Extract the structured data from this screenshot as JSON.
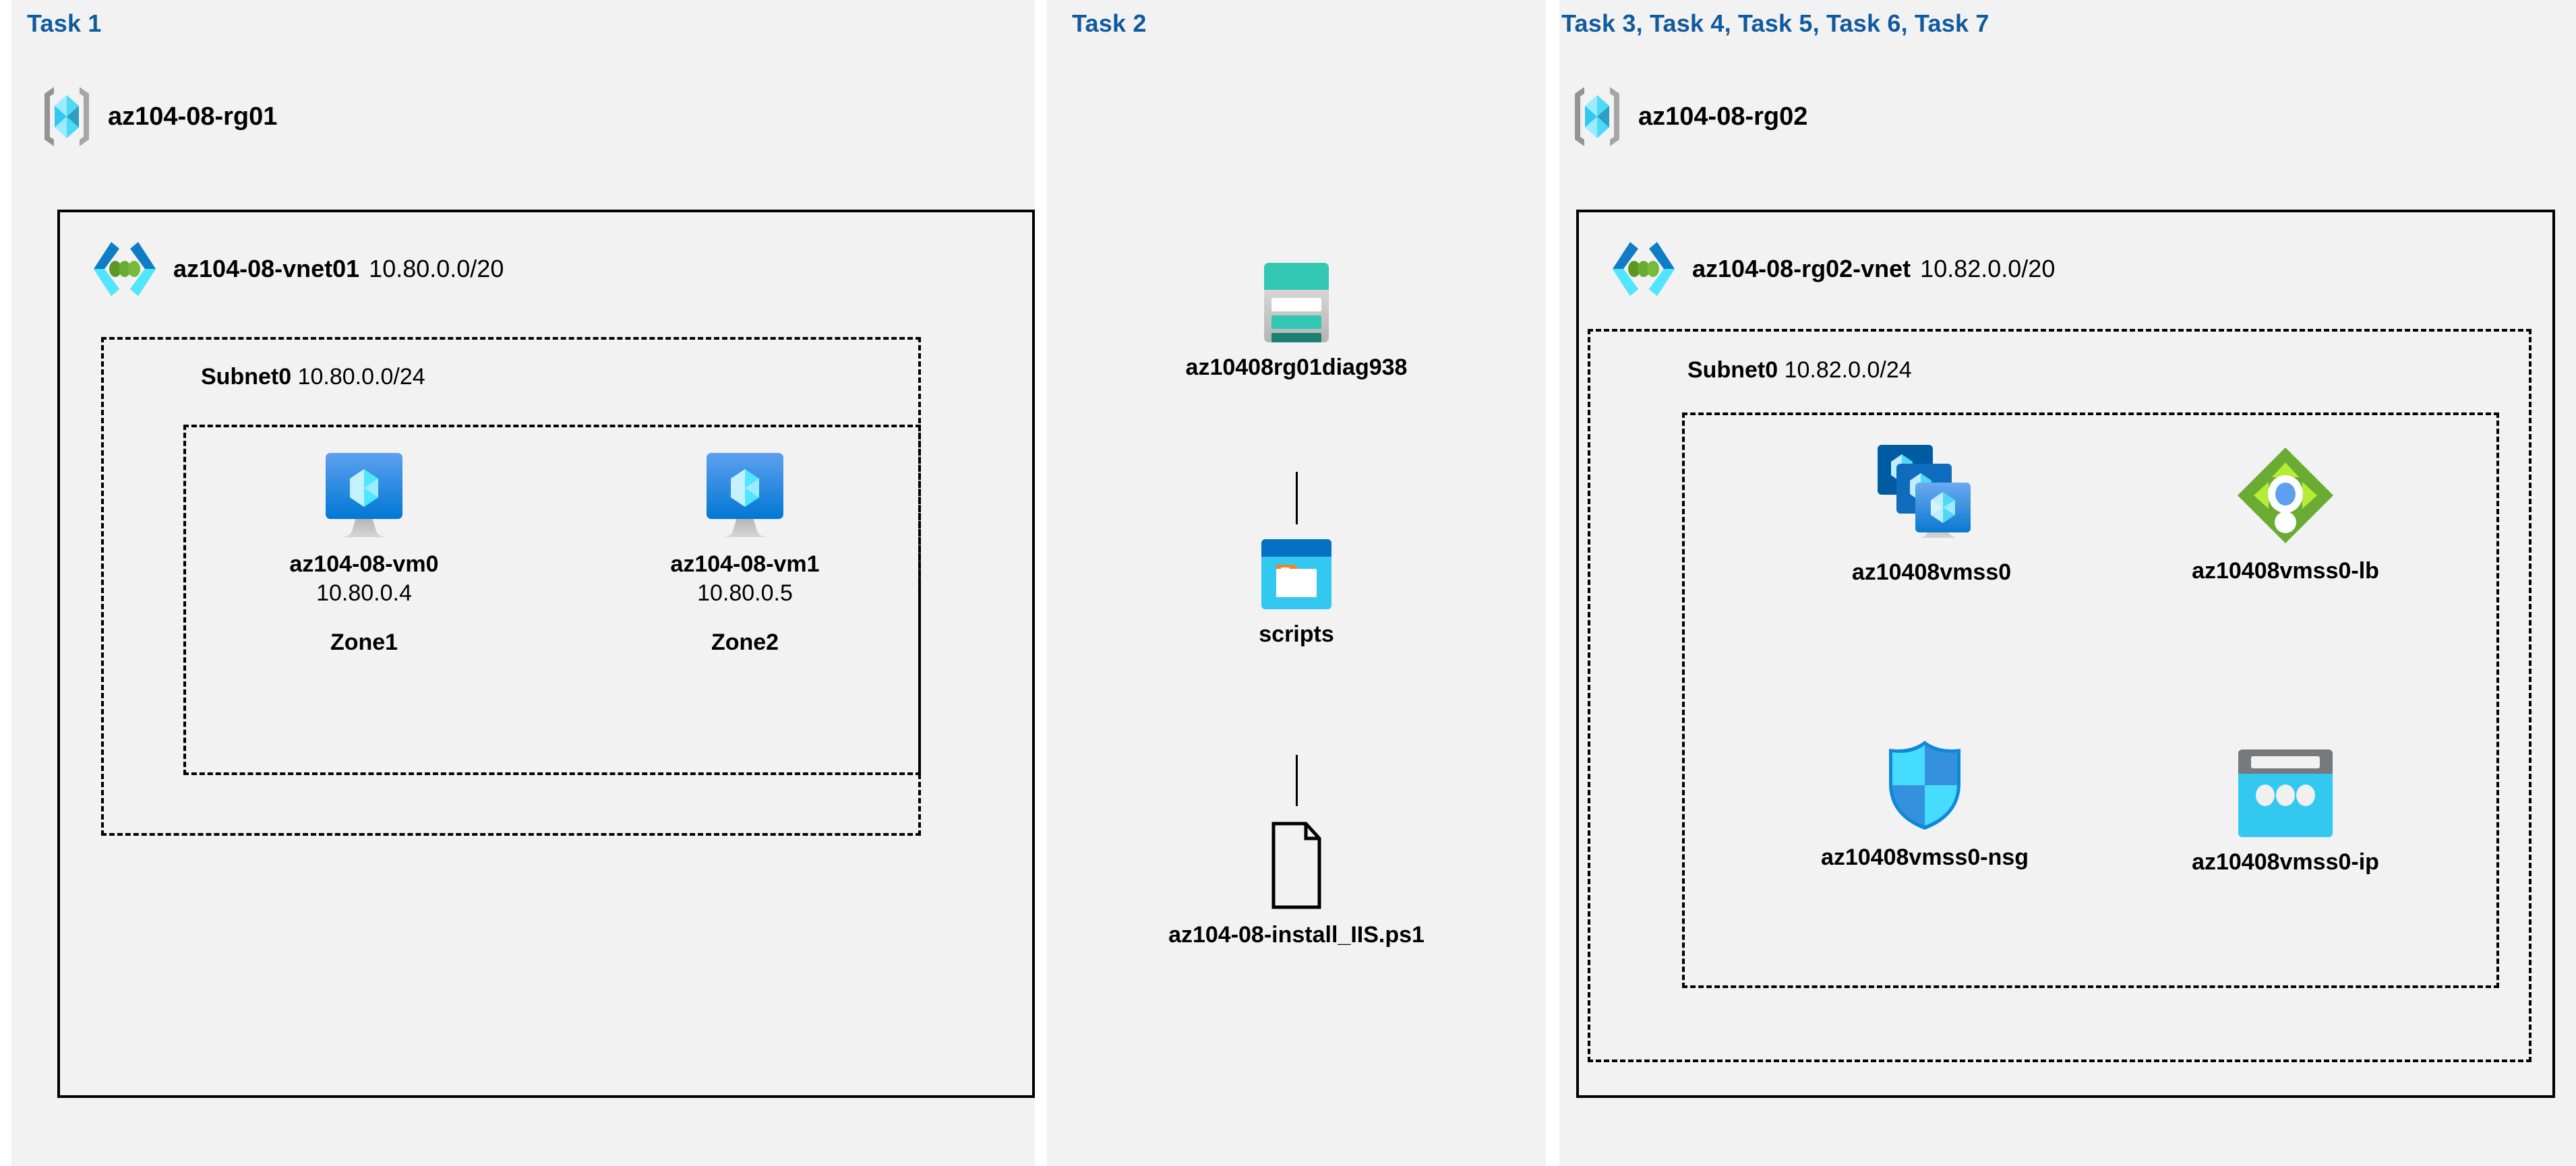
{
  "colors": {
    "task_label": "#115a9e",
    "panel_bg": "#f2f2f2",
    "page_bg": "#ffffff",
    "border": "#000000",
    "azure_blue": "#0078d4",
    "cyan": "#32bedd",
    "light_cyan": "#9cebff",
    "teal": "#32c8b4",
    "dark_teal": "#1b7f74",
    "green": "#6aab33",
    "light_green": "#b4ec36",
    "gray": "#949494",
    "orange": "#f58220"
  },
  "panels": [
    {
      "id": "task1",
      "task_label": "Task 1",
      "resource_group": {
        "name": "az104-08-rg01",
        "icon": "resource-group-icon"
      },
      "vnet": {
        "name": "az104-08-vnet01",
        "cidr": "10.80.0.0/20",
        "icon": "virtual-network-icon",
        "subnet": {
          "name": "Subnet0",
          "cidr": "10.80.0.0/24",
          "nodes": [
            {
              "icon": "virtual-machine-icon",
              "name": "az104-08-vm0",
              "ip": "10.80.0.4",
              "zone": "Zone1"
            },
            {
              "icon": "virtual-machine-icon",
              "name": "az104-08-vm1",
              "ip": "10.80.0.5",
              "zone": "Zone2"
            }
          ]
        }
      }
    },
    {
      "id": "task2",
      "task_label": "Task 2",
      "nodes": [
        {
          "icon": "storage-account-icon",
          "name": "az10408rg01diag938"
        },
        {
          "icon": "blob-container-icon",
          "name": "scripts"
        },
        {
          "icon": "file-icon",
          "name": "az104-08-install_IIS.ps1"
        }
      ]
    },
    {
      "id": "task3to7",
      "task_label": "Task 3, Task 4, Task 5, Task 6, Task 7",
      "resource_group": {
        "name": "az104-08-rg02",
        "icon": "resource-group-icon"
      },
      "vnet": {
        "name": "az104-08-rg02-vnet",
        "cidr": "10.82.0.0/20",
        "icon": "virtual-network-icon",
        "subnet": {
          "name": "Subnet0",
          "cidr": "10.82.0.0/24",
          "nodes": [
            {
              "icon": "vm-scale-set-icon",
              "name": "az10408vmss0"
            },
            {
              "icon": "load-balancer-icon",
              "name": "az10408vmss0-lb"
            },
            {
              "icon": "network-security-group-icon",
              "name": "az10408vmss0-nsg"
            },
            {
              "icon": "public-ip-address-icon",
              "name": "az10408vmss0-ip"
            }
          ]
        }
      }
    }
  ]
}
